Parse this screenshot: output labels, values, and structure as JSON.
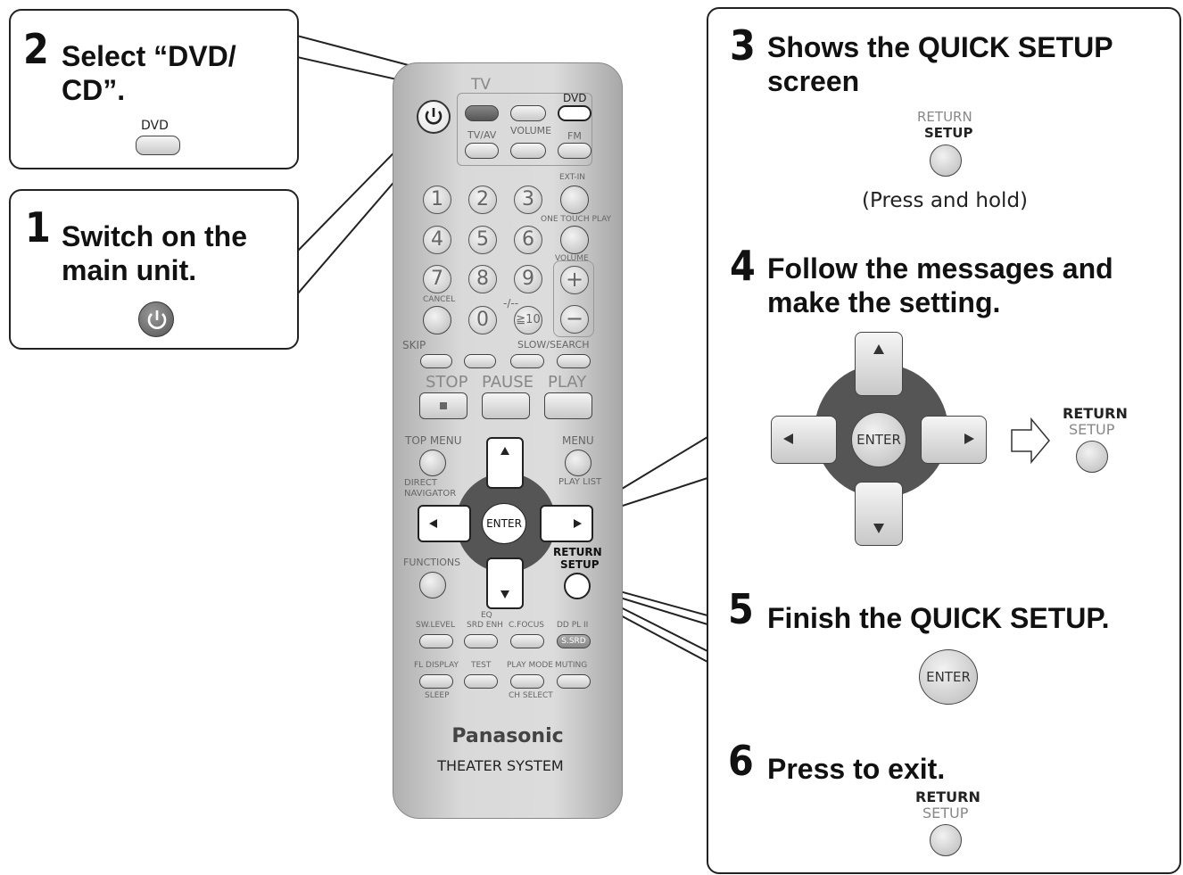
{
  "steps": [
    {
      "number": "2",
      "text": "Select “DVD/\nCD”.",
      "button": "DVD"
    },
    {
      "number": "1",
      "text": "Switch on the\nmain unit."
    },
    {
      "number": "3",
      "text": "Shows the QUICK SETUP\nscreen",
      "button_top": "RETURN",
      "button_bottom": "SETUP",
      "note": "(Press and hold)"
    },
    {
      "number": "4",
      "text": "Follow the messages and\nmake the setting.",
      "button_top": "RETURN",
      "button_bottom": "SETUP"
    },
    {
      "number": "5",
      "text": "Finish the QUICK SETUP.",
      "button": "ENTER"
    },
    {
      "number": "6",
      "text": "Press to exit.",
      "button_top": "RETURN",
      "button_bottom": "SETUP"
    }
  ],
  "remote": {
    "tv": "TV",
    "tv_av": "TV/AV",
    "volume": "VOLUME",
    "dvd": "DVD",
    "fm": "FM",
    "ext_in": "EXT-IN",
    "one_touch_play": "ONE TOUCH PLAY",
    "volume2": "VOLUME",
    "digits": [
      "1",
      "2",
      "3",
      "4",
      "5",
      "6",
      "7",
      "8",
      "9",
      "0"
    ],
    "cancel": "CANCEL",
    "ten_plus": "-/--",
    "ten_plus_btn": "≧10",
    "skip": "SKIP",
    "slow_search": "SLOW/SEARCH",
    "stop": "STOP",
    "pause": "PAUSE",
    "play": "PLAY",
    "top_menu": "TOP MENU",
    "menu": "MENU",
    "direct_navigator": "DIRECT\nNAVIGATOR",
    "play_list": "PLAY LIST",
    "enter": "ENTER",
    "return": "RETURN",
    "setup": "SETUP",
    "functions": "FUNCTIONS",
    "eq": "EQ",
    "sw_level": "SW.LEVEL",
    "srd_enh": "SRD ENH",
    "c_focus": "C.FOCUS",
    "dolby": "DD PL II",
    "s_srd": "S.SRD",
    "fl_display": "FL DISPLAY",
    "test": "TEST",
    "play_mode": "PLAY MODE",
    "muting": "MUTING",
    "sleep": "SLEEP",
    "ch_select": "CH SELECT",
    "brand": "Panasonic",
    "model": "THEATER SYSTEM"
  },
  "colors": {
    "ink": "#111111",
    "remote_body": "#c9c9c9",
    "power_button": "#6a6a6a"
  }
}
